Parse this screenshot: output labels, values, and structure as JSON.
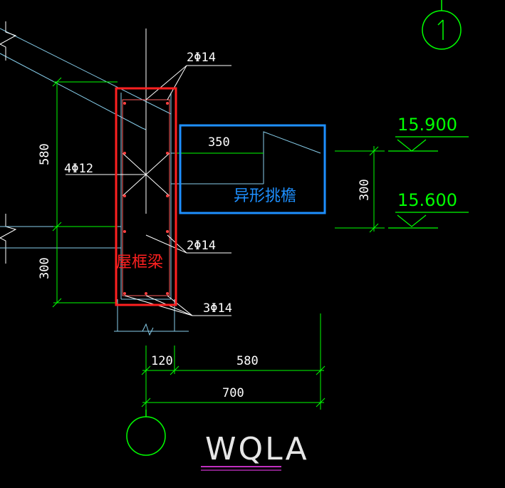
{
  "drawing": {
    "title": "WQLA",
    "axis_label": "1",
    "annotations": {
      "beam": "屋框梁",
      "eave": "异形挑檐"
    },
    "rebar_labels": {
      "top": "2Φ14",
      "side": "4Φ12",
      "middle": "2Φ14",
      "bottom": "3Φ14"
    },
    "dimensions": {
      "beam_height": "580",
      "lower_height": "300",
      "eave_length": "350",
      "eave_thickness": "300",
      "beam_width": "120",
      "overhang": "580",
      "total_width": "700"
    },
    "elevations": {
      "top": "15.900",
      "bottom": "15.600"
    },
    "colors": {
      "background": "#000000",
      "dimension_lines": "#00ff00",
      "structure_lines": "#87ceeb",
      "highlight_red": "#ff2020",
      "highlight_blue": "#1e90ff"
    }
  }
}
